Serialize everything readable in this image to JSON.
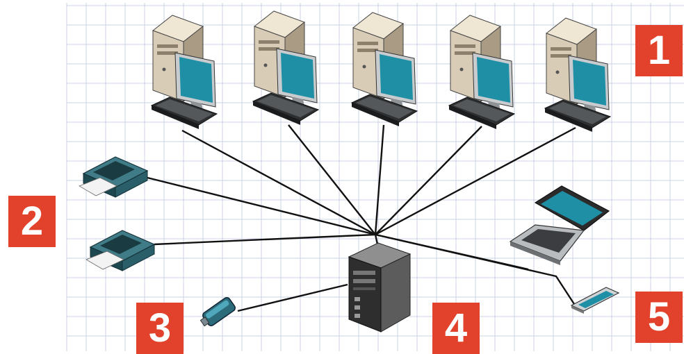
{
  "labels": {
    "workstations": "1",
    "printers": "2",
    "usb_device": "3",
    "server": "4",
    "mobile_devices": "5"
  },
  "colors": {
    "label_bg": "#e2422b",
    "label_text": "#ffffff",
    "grid": "#c9d3e4",
    "wire": "#111111",
    "screen": "#1f8fa6",
    "case": "#d9cdb8",
    "printer": "#2f5d66",
    "server": "#3a3a3a"
  },
  "icons": {
    "workstation": "desktop-computer-icon",
    "printer": "printer-icon",
    "usb_device": "usb-modem-icon",
    "server": "server-tower-icon",
    "laptop": "laptop-icon",
    "phone": "smartphone-icon"
  }
}
